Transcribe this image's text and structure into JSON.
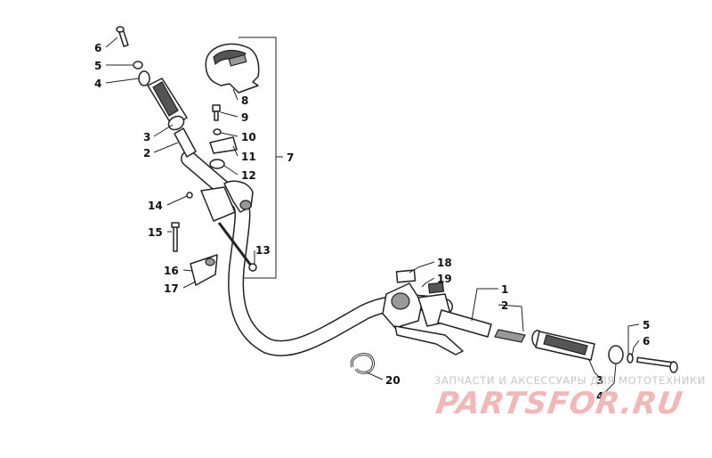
{
  "diagram": {
    "callouts": {
      "c1": "1",
      "c2a": "2",
      "c2b": "2",
      "c3a": "3",
      "c3b": "3",
      "c4a": "4",
      "c4b": "4",
      "c5a": "5",
      "c5b": "5",
      "c6a": "6",
      "c6b": "6",
      "c7": "7",
      "c8": "8",
      "c9": "9",
      "c10": "10",
      "c11": "11",
      "c12": "12",
      "c13": "13",
      "c14": "14",
      "c15": "15",
      "c16": "16",
      "c17": "17",
      "c18": "18",
      "c19": "19",
      "c20": "20"
    }
  },
  "watermark": {
    "subtitle": "ЗАПЧАСТИ И АКСЕССУАРЫ ДЛЯ МОТОТЕХНИКИ",
    "brand": "PARTSFOR.RU"
  }
}
